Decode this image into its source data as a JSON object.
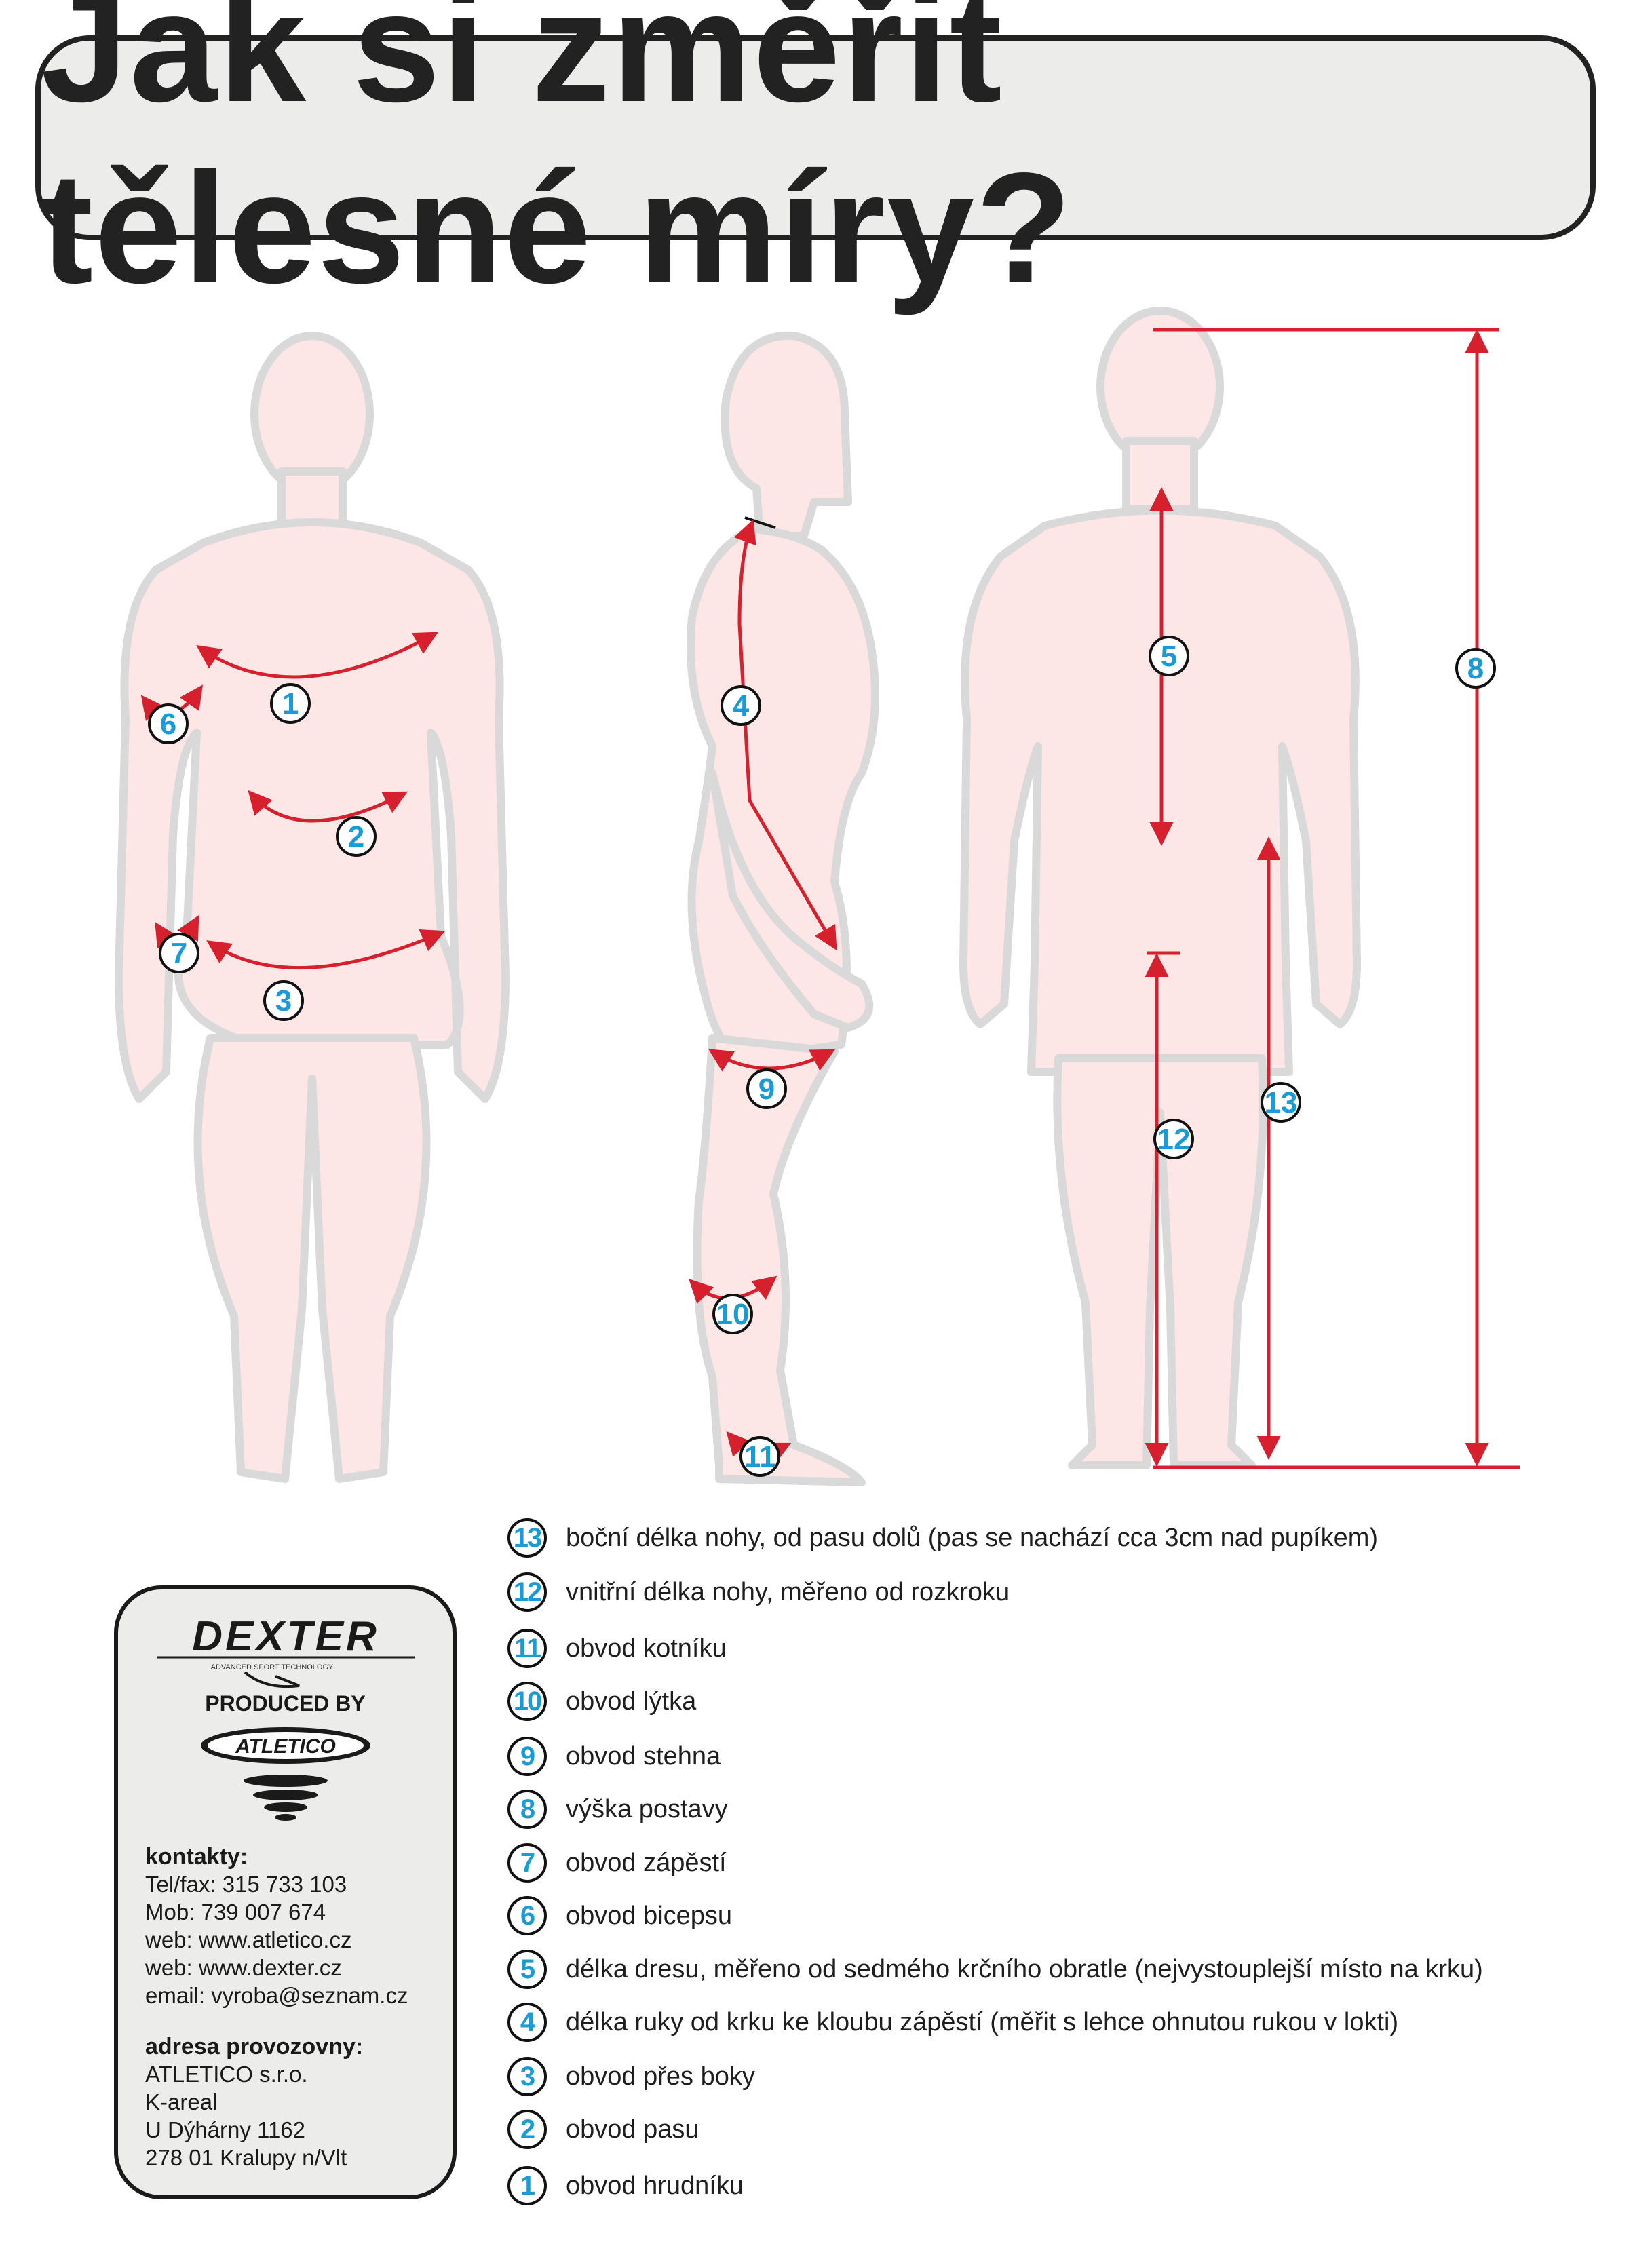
{
  "title": "Jak si změřit tělesné míry?",
  "colors": {
    "arrow": "#d6202e",
    "number": "#1a9ad6",
    "body_fill": "#fde6e6",
    "body_outline": "#d9d9d9",
    "panel": "#ececeb"
  },
  "figure_numbers": [
    "1",
    "2",
    "3",
    "4",
    "5",
    "6",
    "7",
    "8",
    "9",
    "10",
    "11",
    "12",
    "13"
  ],
  "legend": [
    {
      "num": "13",
      "text": "boční délka nohy, od pasu dolů (pas se nachází cca 3cm nad pupíkem)"
    },
    {
      "num": "12",
      "text": "vnitřní délka nohy, měřeno od rozkroku"
    },
    {
      "num": "11",
      "text": "obvod kotníku"
    },
    {
      "num": "10",
      "text": "obvod lýtka"
    },
    {
      "num": "9",
      "text": "obvod stehna"
    },
    {
      "num": "8",
      "text": "výška postavy"
    },
    {
      "num": "7",
      "text": "obvod zápěstí"
    },
    {
      "num": "6",
      "text": "obvod bicepsu"
    },
    {
      "num": "5",
      "text": "délka dresu, měřeno od sedmého krčního obratle (nejvystouplejší místo na krku)"
    },
    {
      "num": "4",
      "text": "délka ruky od krku ke kloubu zápěstí (měřit s lehce ohnutou rukou v lokti)"
    },
    {
      "num": "3",
      "text": "obvod přes boky"
    },
    {
      "num": "2",
      "text": "obvod pasu"
    },
    {
      "num": "1",
      "text": "obvod hrudníku"
    }
  ],
  "card": {
    "brand": "DEXTER",
    "brand_tagline": "ADVANCED SPORT TECHNOLOGY",
    "produced_by": "PRODUCED BY",
    "logo_text": "ATLETICO",
    "contacts_title": "kontakty:",
    "contacts": [
      "Tel/fax: 315 733 103",
      "Mob: 739 007 674",
      "web: www.atletico.cz",
      "web: www.dexter.cz",
      "email: vyroba@seznam.cz"
    ],
    "address_title": "adresa provozovny:",
    "address": [
      "ATLETICO s.r.o.",
      "K-areal",
      "U Dýhárny 1162",
      "278 01 Kralupy n/Vlt"
    ]
  }
}
